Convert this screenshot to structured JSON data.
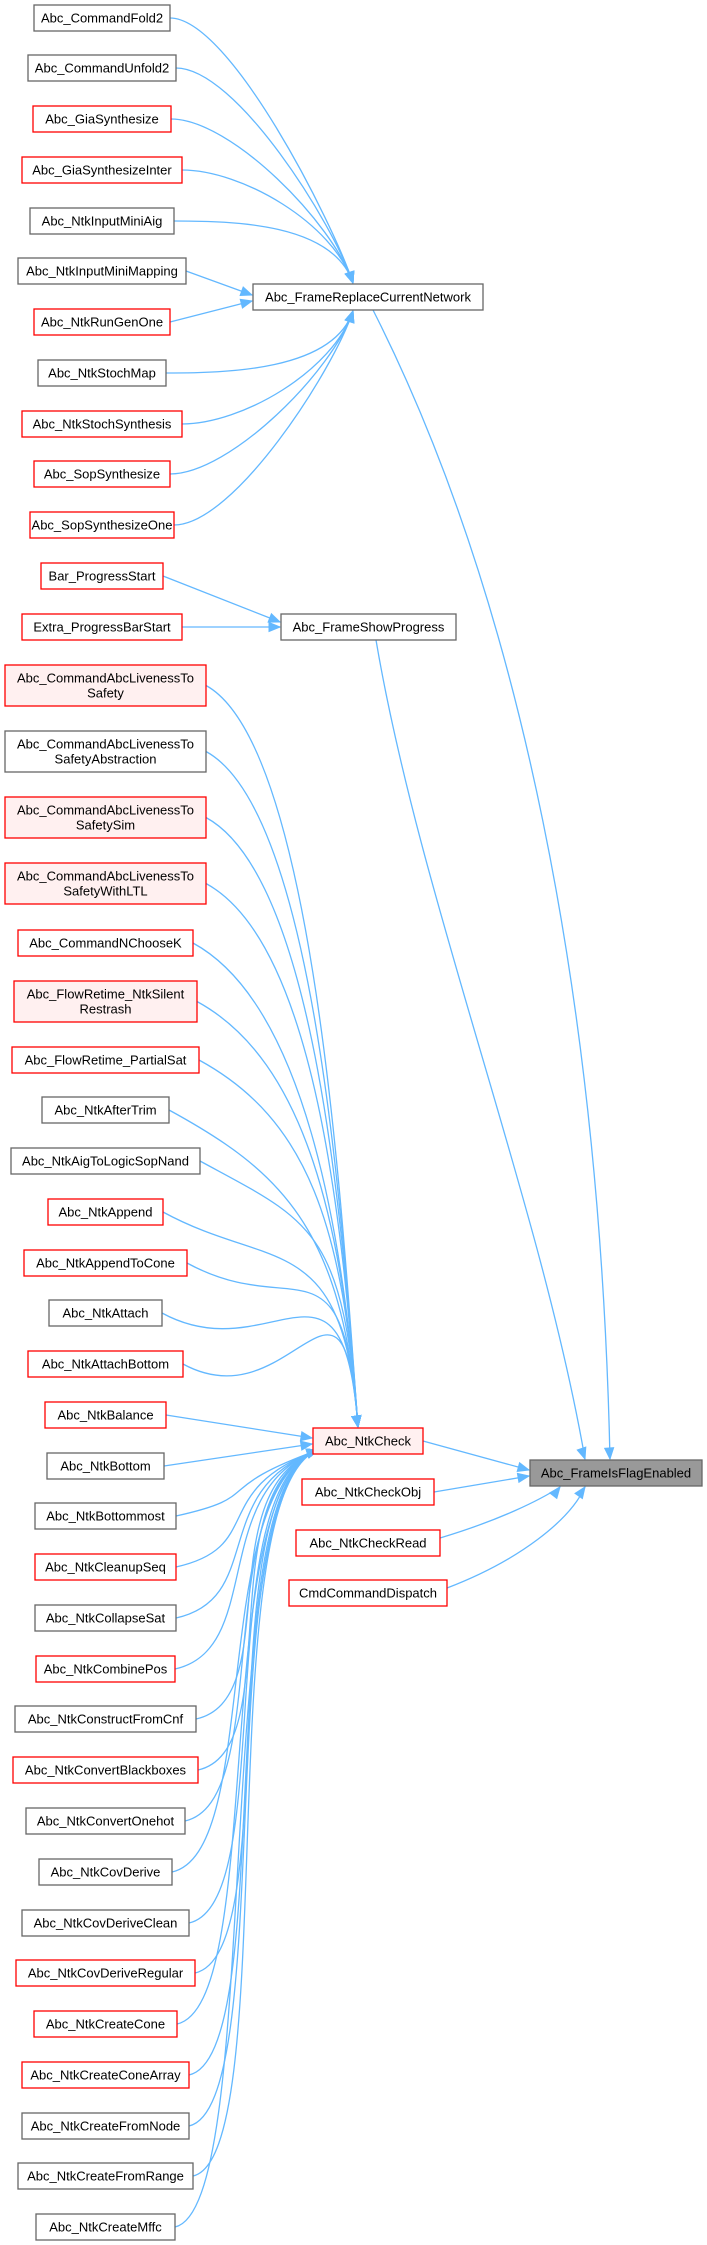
{
  "graph": {
    "title": "Abc_FrameIsFlagEnabled caller graph",
    "colors": {
      "edge": "#63b8ff",
      "target_fill": "#999999",
      "red_border": "#ff0000",
      "gray_border": "#666666",
      "pink_fill": "#fff0f0"
    },
    "nodes": [
      {
        "id": "target",
        "lines": [
          "Abc_FrameIsFlagEnabled"
        ]
      },
      {
        "id": "replace",
        "lines": [
          "Abc_FrameReplaceCurrentNetwork"
        ]
      },
      {
        "id": "showprog",
        "lines": [
          "Abc_FrameShowProgress"
        ]
      },
      {
        "id": "ntkcheck",
        "lines": [
          "Abc_NtkCheck"
        ]
      },
      {
        "id": "checkobj",
        "lines": [
          "Abc_NtkCheckObj"
        ]
      },
      {
        "id": "checkread",
        "lines": [
          "Abc_NtkCheckRead"
        ]
      },
      {
        "id": "cmddispatch",
        "lines": [
          "CmdCommandDispatch"
        ]
      },
      {
        "id": "r0",
        "lines": [
          "Abc_CommandFold2"
        ]
      },
      {
        "id": "r1",
        "lines": [
          "Abc_CommandUnfold2"
        ]
      },
      {
        "id": "r2",
        "lines": [
          "Abc_GiaSynthesize"
        ]
      },
      {
        "id": "r3",
        "lines": [
          "Abc_GiaSynthesizeInter"
        ]
      },
      {
        "id": "r4",
        "lines": [
          "Abc_NtkInputMiniAig"
        ]
      },
      {
        "id": "r5",
        "lines": [
          "Abc_NtkInputMiniMapping"
        ]
      },
      {
        "id": "r6",
        "lines": [
          "Abc_NtkRunGenOne"
        ]
      },
      {
        "id": "r7",
        "lines": [
          "Abc_NtkStochMap"
        ]
      },
      {
        "id": "r8",
        "lines": [
          "Abc_NtkStochSynthesis"
        ]
      },
      {
        "id": "r9",
        "lines": [
          "Abc_SopSynthesize"
        ]
      },
      {
        "id": "r10",
        "lines": [
          "Abc_SopSynthesizeOne"
        ]
      },
      {
        "id": "p0",
        "lines": [
          "Bar_ProgressStart"
        ]
      },
      {
        "id": "p1",
        "lines": [
          "Extra_ProgressBarStart"
        ]
      },
      {
        "id": "c0",
        "lines": [
          "Abc_CommandAbcLivenessTo",
          "Safety"
        ]
      },
      {
        "id": "c1",
        "lines": [
          "Abc_CommandAbcLivenessTo",
          "SafetyAbstraction"
        ]
      },
      {
        "id": "c2",
        "lines": [
          "Abc_CommandAbcLivenessTo",
          "SafetySim"
        ]
      },
      {
        "id": "c3",
        "lines": [
          "Abc_CommandAbcLivenessTo",
          "SafetyWithLTL"
        ]
      },
      {
        "id": "c4",
        "lines": [
          "Abc_CommandNChooseK"
        ]
      },
      {
        "id": "c5",
        "lines": [
          "Abc_FlowRetime_NtkSilent",
          "Restrash"
        ]
      },
      {
        "id": "c6",
        "lines": [
          "Abc_FlowRetime_PartialSat"
        ]
      },
      {
        "id": "c7",
        "lines": [
          "Abc_NtkAfterTrim"
        ]
      },
      {
        "id": "c8",
        "lines": [
          "Abc_NtkAigToLogicSopNand"
        ]
      },
      {
        "id": "c9",
        "lines": [
          "Abc_NtkAppend"
        ]
      },
      {
        "id": "c10",
        "lines": [
          "Abc_NtkAppendToCone"
        ]
      },
      {
        "id": "c11",
        "lines": [
          "Abc_NtkAttach"
        ]
      },
      {
        "id": "c12",
        "lines": [
          "Abc_NtkAttachBottom"
        ]
      },
      {
        "id": "c13",
        "lines": [
          "Abc_NtkBalance"
        ]
      },
      {
        "id": "c14",
        "lines": [
          "Abc_NtkBottom"
        ]
      },
      {
        "id": "c15",
        "lines": [
          "Abc_NtkBottommost"
        ]
      },
      {
        "id": "c16",
        "lines": [
          "Abc_NtkCleanupSeq"
        ]
      },
      {
        "id": "c17",
        "lines": [
          "Abc_NtkCollapseSat"
        ]
      },
      {
        "id": "c18",
        "lines": [
          "Abc_NtkCombinePos"
        ]
      },
      {
        "id": "c19",
        "lines": [
          "Abc_NtkConstructFromCnf"
        ]
      },
      {
        "id": "c20",
        "lines": [
          "Abc_NtkConvertBlackboxes"
        ]
      },
      {
        "id": "c21",
        "lines": [
          "Abc_NtkConvertOnehot"
        ]
      },
      {
        "id": "c22",
        "lines": [
          "Abc_NtkCovDerive"
        ]
      },
      {
        "id": "c23",
        "lines": [
          "Abc_NtkCovDeriveClean"
        ]
      },
      {
        "id": "c24",
        "lines": [
          "Abc_NtkCovDeriveRegular"
        ]
      },
      {
        "id": "c25",
        "lines": [
          "Abc_NtkCreateCone"
        ]
      },
      {
        "id": "c26",
        "lines": [
          "Abc_NtkCreateConeArray"
        ]
      },
      {
        "id": "c27",
        "lines": [
          "Abc_NtkCreateFromNode"
        ]
      },
      {
        "id": "c28",
        "lines": [
          "Abc_NtkCreateFromRange"
        ]
      },
      {
        "id": "c29",
        "lines": [
          "Abc_NtkCreateMffc"
        ]
      }
    ]
  }
}
